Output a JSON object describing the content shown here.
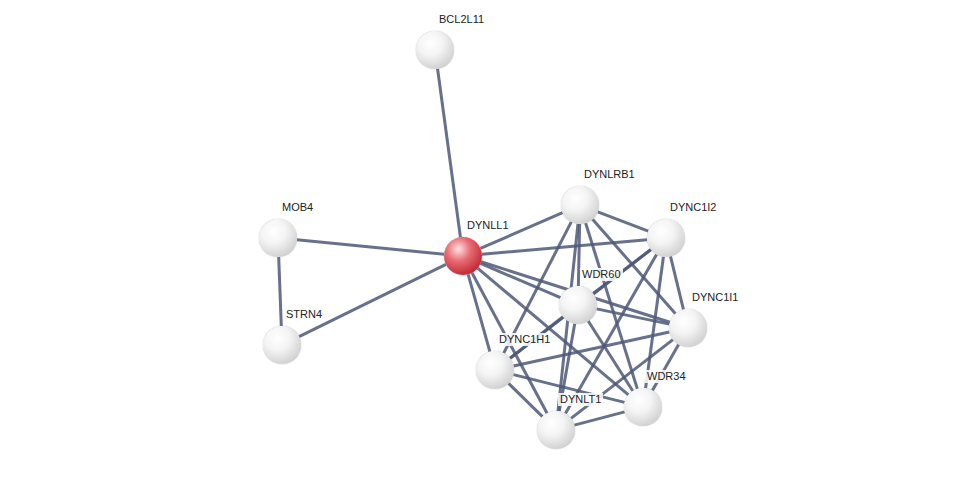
{
  "diagram": {
    "nodes": [
      {
        "text": [
          "BCL2L11"
        ]
      },
      {
        "text": [
          "DYNLRB1"
        ]
      },
      {
        "text": [
          "DYNC1I2"
        ]
      },
      {
        "text": [
          "MOB4"
        ]
      },
      {
        "text": [
          "DYNLL1"
        ]
      },
      {
        "text": [
          "WDR60"
        ]
      },
      {
        "text": [
          "DYNC1I1"
        ]
      },
      {
        "text": [
          "STRN4"
        ]
      },
      {
        "text": [
          "DYNC1H1"
        ]
      },
      {
        "text": [
          "WDR34"
        ]
      },
      {
        "text": [
          "DYNLT1"
        ]
      }
    ],
    "edges": [
      {
        "from": 4,
        "to": 0,
        "arrow": "none"
      },
      {
        "from": 4,
        "to": 3,
        "arrow": "none"
      },
      {
        "from": 4,
        "to": 7,
        "arrow": "none"
      },
      {
        "from": 4,
        "to": 1,
        "arrow": "none"
      },
      {
        "from": 4,
        "to": 2,
        "arrow": "none"
      },
      {
        "from": 4,
        "to": 5,
        "arrow": "none"
      },
      {
        "from": 4,
        "to": 6,
        "arrow": "none"
      },
      {
        "from": 4,
        "to": 8,
        "arrow": "none"
      },
      {
        "from": 4,
        "to": 9,
        "arrow": "none"
      },
      {
        "from": 4,
        "to": 10,
        "arrow": "none"
      },
      {
        "from": 3,
        "to": 7,
        "arrow": "none"
      },
      {
        "from": 1,
        "to": 2,
        "arrow": "none"
      },
      {
        "from": 1,
        "to": 5,
        "arrow": "none"
      },
      {
        "from": 1,
        "to": 6,
        "arrow": "none"
      },
      {
        "from": 1,
        "to": 8,
        "arrow": "none"
      },
      {
        "from": 1,
        "to": 9,
        "arrow": "none"
      },
      {
        "from": 1,
        "to": 10,
        "arrow": "none"
      },
      {
        "from": 2,
        "to": 5,
        "arrow": "none"
      },
      {
        "from": 2,
        "to": 6,
        "arrow": "none"
      },
      {
        "from": 2,
        "to": 8,
        "arrow": "none"
      },
      {
        "from": 2,
        "to": 9,
        "arrow": "none"
      },
      {
        "from": 2,
        "to": 10,
        "arrow": "none"
      },
      {
        "from": 5,
        "to": 6,
        "arrow": "none"
      },
      {
        "from": 5,
        "to": 8,
        "arrow": "none"
      },
      {
        "from": 5,
        "to": 9,
        "arrow": "none"
      },
      {
        "from": 5,
        "to": 10,
        "arrow": "none"
      },
      {
        "from": 6,
        "to": 8,
        "arrow": "none"
      },
      {
        "from": 6,
        "to": 9,
        "arrow": "none"
      },
      {
        "from": 6,
        "to": 10,
        "arrow": "none"
      },
      {
        "from": 8,
        "to": 9,
        "arrow": "none"
      },
      {
        "from": 8,
        "to": 10,
        "arrow": "none"
      },
      {
        "from": 9,
        "to": 10,
        "arrow": "none"
      }
    ]
  }
}
